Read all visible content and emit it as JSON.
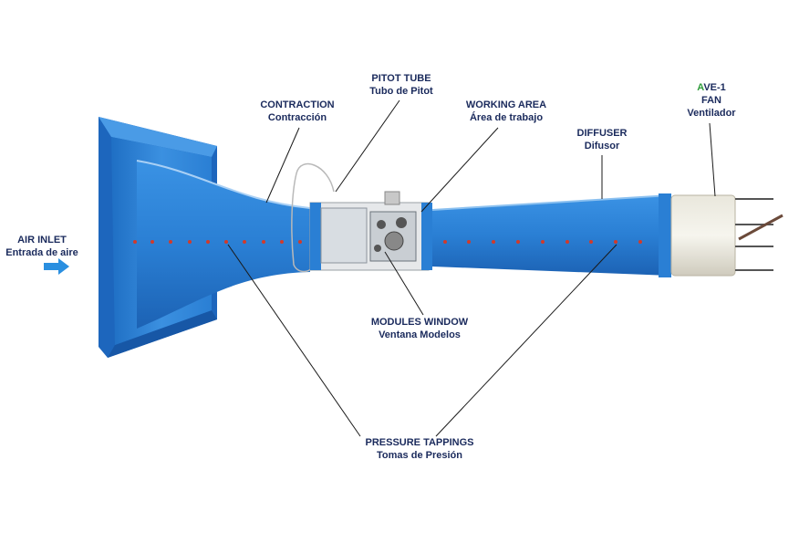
{
  "labels": {
    "air_inlet": {
      "en": "AIR INLET",
      "es": "Entrada de aire"
    },
    "contraction": {
      "en": "CONTRACTION",
      "es": "Contracción"
    },
    "pitot_tube": {
      "en": "PITOT TUBE",
      "es": "Tubo de Pitot"
    },
    "working_area": {
      "en": "WORKING AREA",
      "es": "Área de trabajo"
    },
    "diffuser": {
      "en": "DIFFUSER",
      "es": "Difusor"
    },
    "fan": {
      "brand_a": "A",
      "brand_rest": "VE-1",
      "en": "FAN",
      "es": "Ventilador"
    },
    "modules_window": {
      "en": "MODULES WINDOW",
      "es": "Ventana Modelos"
    },
    "pressure_tappings": {
      "en": "PRESSURE TAPPINGS",
      "es": "Tomas de Presión"
    }
  },
  "colors": {
    "tunnel_blue": "#2a7fd4",
    "tunnel_dark": "#1c5fae",
    "label_text": "#1a2a5c",
    "brand_green": "#2e9b3a",
    "tapping_red": "#d23a2a",
    "arrow_blue": "#2a8fe0"
  }
}
